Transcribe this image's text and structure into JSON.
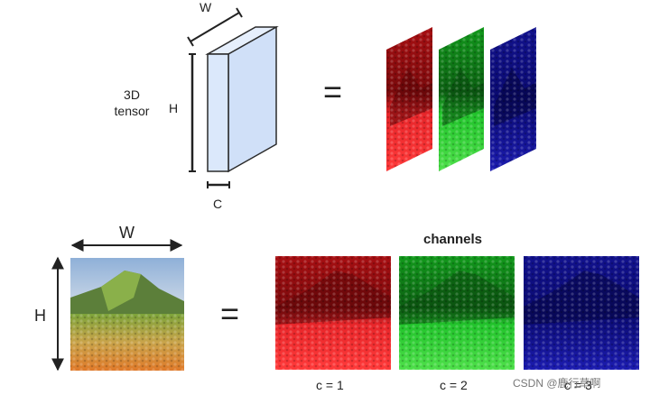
{
  "top": {
    "width_label": "W",
    "height_label": "H",
    "channel_label": "C",
    "tensor_label_line1": "3D",
    "tensor_label_line2": "tensor",
    "equals": "="
  },
  "bottom": {
    "width_label": "W",
    "height_label": "H",
    "equals": "=",
    "channels_title": "channels",
    "channel_labels": [
      "c = 1",
      "c = 2",
      "c = 3"
    ]
  },
  "colors": {
    "cuboid_fill": "#dbe8fb",
    "cuboid_stroke": "#2a2a2a",
    "red": "#e3191c",
    "green": "#20b22a",
    "blue": "#1a1aa8"
  },
  "watermark": "CSDN @鹿行草啊"
}
